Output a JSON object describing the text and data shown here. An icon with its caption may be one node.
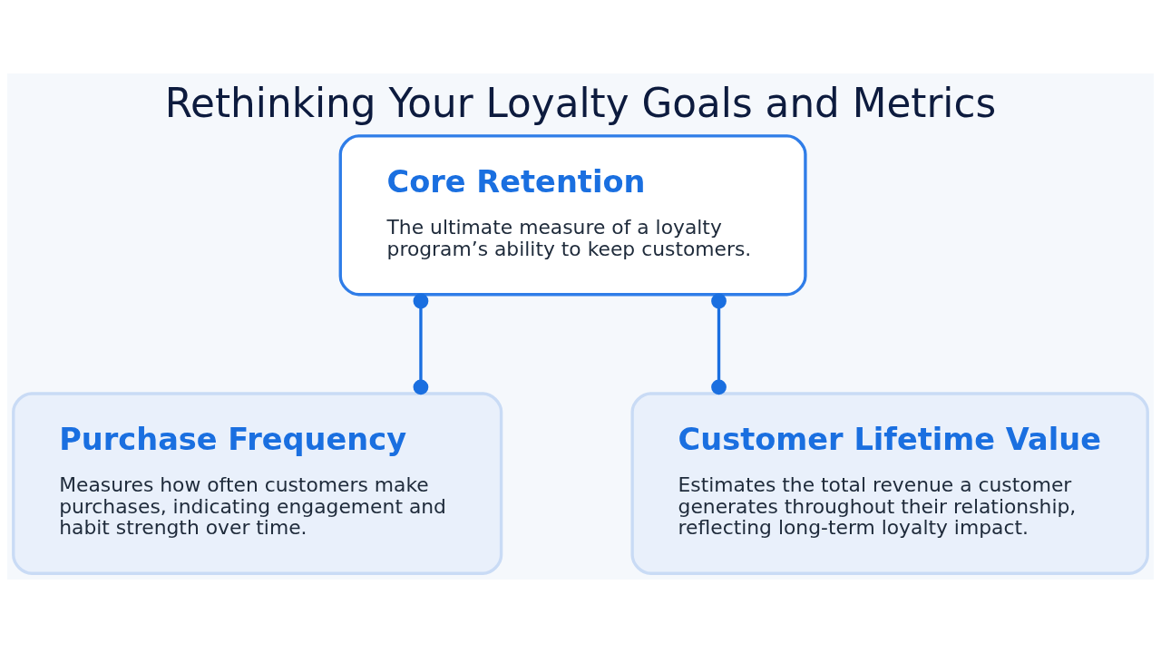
{
  "diagram": {
    "title": "Rethinking Your Loyalty Goals and Metrics",
    "nodes": [
      {
        "text": [
          "Core Retention",
          "The ultimate measure of a loyalty program’s ability to keep customers."
        ]
      },
      {
        "text": [
          "Purchase Frequency",
          "Measures how often customers make purchases, indicating engagement and habit strength over time."
        ]
      },
      {
        "text": [
          "Customer Lifetime Value",
          "Estimates the total revenue a customer generates throughout their relationship, reflecting long-term loyalty impact."
        ]
      }
    ],
    "edges": [
      {
        "from": 0,
        "to": 1,
        "arrow": "other"
      },
      {
        "from": 0,
        "to": 2,
        "arrow": "other"
      }
    ]
  }
}
